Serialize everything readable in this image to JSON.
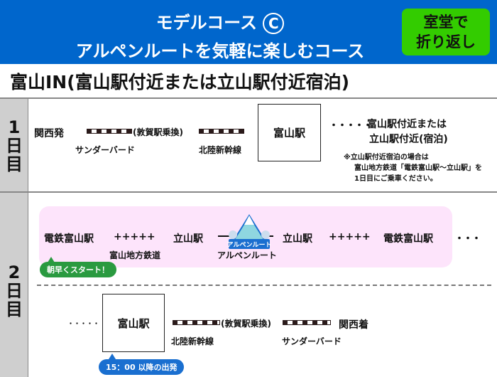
{
  "header": {
    "title": "モデルコース",
    "course_mark": "C",
    "subtitle": "アルペンルートを気軽に楽しむコース",
    "badge_line1": "室堂で",
    "badge_line2": "折り返し"
  },
  "plan_title": "富山IN(富山駅付近または立山駅付近宿泊)",
  "day1": {
    "label": [
      "1",
      "日",
      "目"
    ],
    "start": "関西発",
    "transfer": "(敦賀駅乗換)",
    "train1": "サンダーバード",
    "train2": "北陸新幹線",
    "station": "富山駅",
    "dots": "・・・・・",
    "stay_line1": "富山駅付近または",
    "stay_line2": "立山駅付近(宿泊)",
    "note_line1": "※立山駅付近宿泊の場合は",
    "note_line2": "富山地方鉄道「電鉄富山駅～立山駅」を",
    "note_line3": "1日目にご乗車ください。"
  },
  "day2": {
    "label": [
      "2",
      "日",
      "目"
    ],
    "s1": "電鉄富山駅",
    "plus": "+++++",
    "s2": "立山駅",
    "route_logo": "アルペンルート",
    "s3": "立山駅",
    "s4": "電鉄富山駅",
    "more": "・・・",
    "rail_label": "富山地方鉄道",
    "route_label": "アルペンルート",
    "start_badge": "朝早くスタート！",
    "dots": "・・・・・",
    "station": "富山駅",
    "transfer": "(敦賀駅乗換)",
    "end": "関西着",
    "train1": "北陸新幹線",
    "train2": "サンダーバード",
    "depart_badge": "15：00 以降の出発"
  },
  "colors": {
    "header": "#0066cc",
    "badge": "#33cc00",
    "pink": "#fde4fb",
    "green": "#2a9a40",
    "blue": "#1a6fd0"
  }
}
